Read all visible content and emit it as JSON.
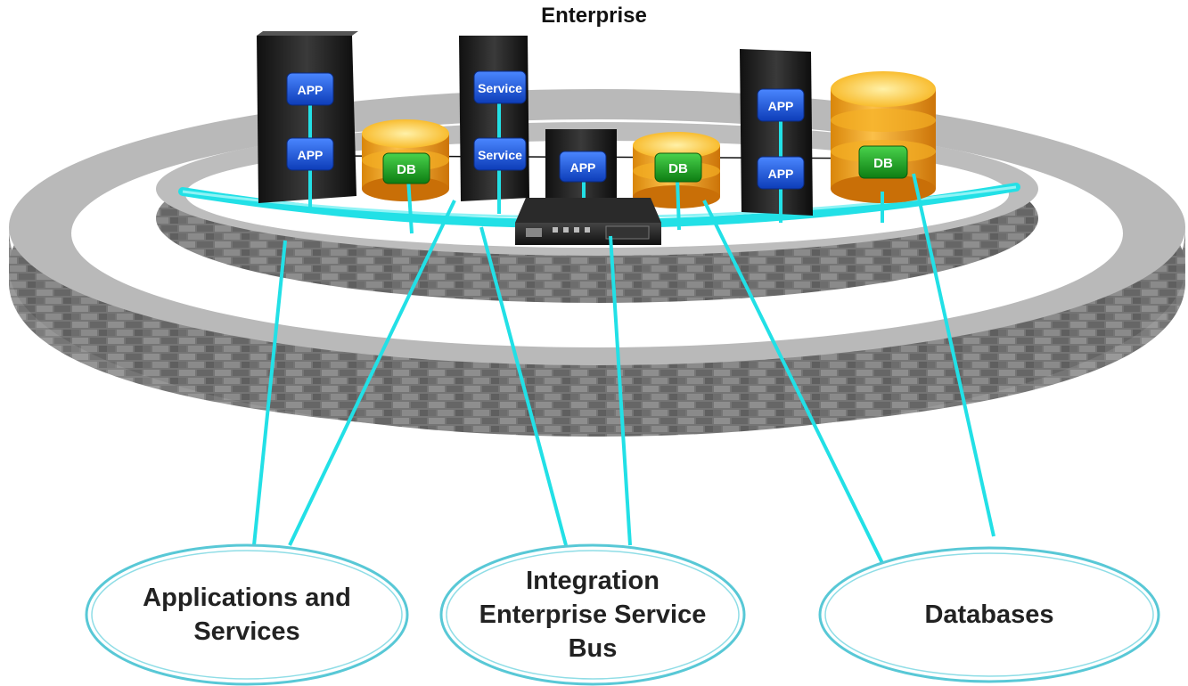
{
  "diagram": {
    "title": "Enterprise",
    "chips": {
      "app": "APP",
      "service": "Service",
      "db": "DB"
    },
    "categories": [
      {
        "id": "apps",
        "label": "Applications and Services"
      },
      {
        "id": "esb",
        "label": "Integration Enterprise Service Bus"
      },
      {
        "id": "db",
        "label": "Databases"
      }
    ],
    "colors": {
      "connector": "#22e0e6",
      "chip_blue": "#1553d6",
      "chip_green": "#12a31a",
      "db_orange": "#f2a012",
      "wall": "#6f6f6f"
    }
  }
}
